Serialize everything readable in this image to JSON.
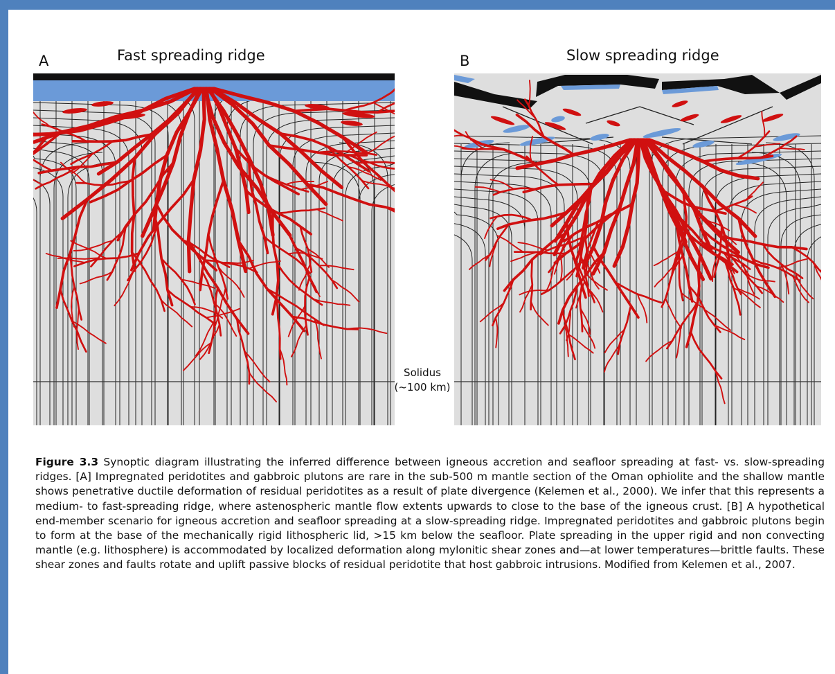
{
  "colors": {
    "frame": "#4f81bd",
    "mantle": "#dedede",
    "flow_lines": "#222222",
    "ocean_crust": "#6b9ad8",
    "seafloor": "#111111",
    "melt_channels": "#d01010",
    "gabbro_lenses": "#6b9ad8"
  },
  "figure": {
    "panel_a": {
      "letter": "A",
      "title": "Fast spreading ridge"
    },
    "panel_b": {
      "letter": "B",
      "title": "Slow spreading ridge"
    },
    "solidus_label": {
      "line1": "Solidus",
      "line2": "(~100 km)"
    }
  },
  "caption": {
    "label": "Figure 3.3",
    "text": " Synoptic diagram illustrating the inferred difference between igneous accretion and seafloor spreading at fast- vs. slow-spreading ridges. [A] Impregnated peridotites and gabbroic plutons are rare in the sub-500 m mantle section of the Oman ophiolite and the shallow mantle shows penetrative ductile deformation of residual peridotites as a result of plate divergence (Kelemen et al., 2000). We infer that this represents a medium- to fast-spreading ridge, where astenospheric mantle flow extents upwards to close to the base of the igneous crust. [B] A hypothetical end-member scenario for igneous accretion and seafloor spreading at a slow-spreading ridge. Impregnated peridotites and gabbroic plutons begin to form at the base of the mechanically rigid lithospheric lid, >15 km below the seafloor. Plate spreading in the upper rigid and non convecting mantle (e.g. lithosphere) is accommodated by localized deformation along mylonitic shear zones and—at lower temperatures—brittle faults. These shear zones and faults rotate and uplift passive blocks of residual peridotite that host gabbroic intrusions. Modified from Kelemen et al., 2007."
  }
}
